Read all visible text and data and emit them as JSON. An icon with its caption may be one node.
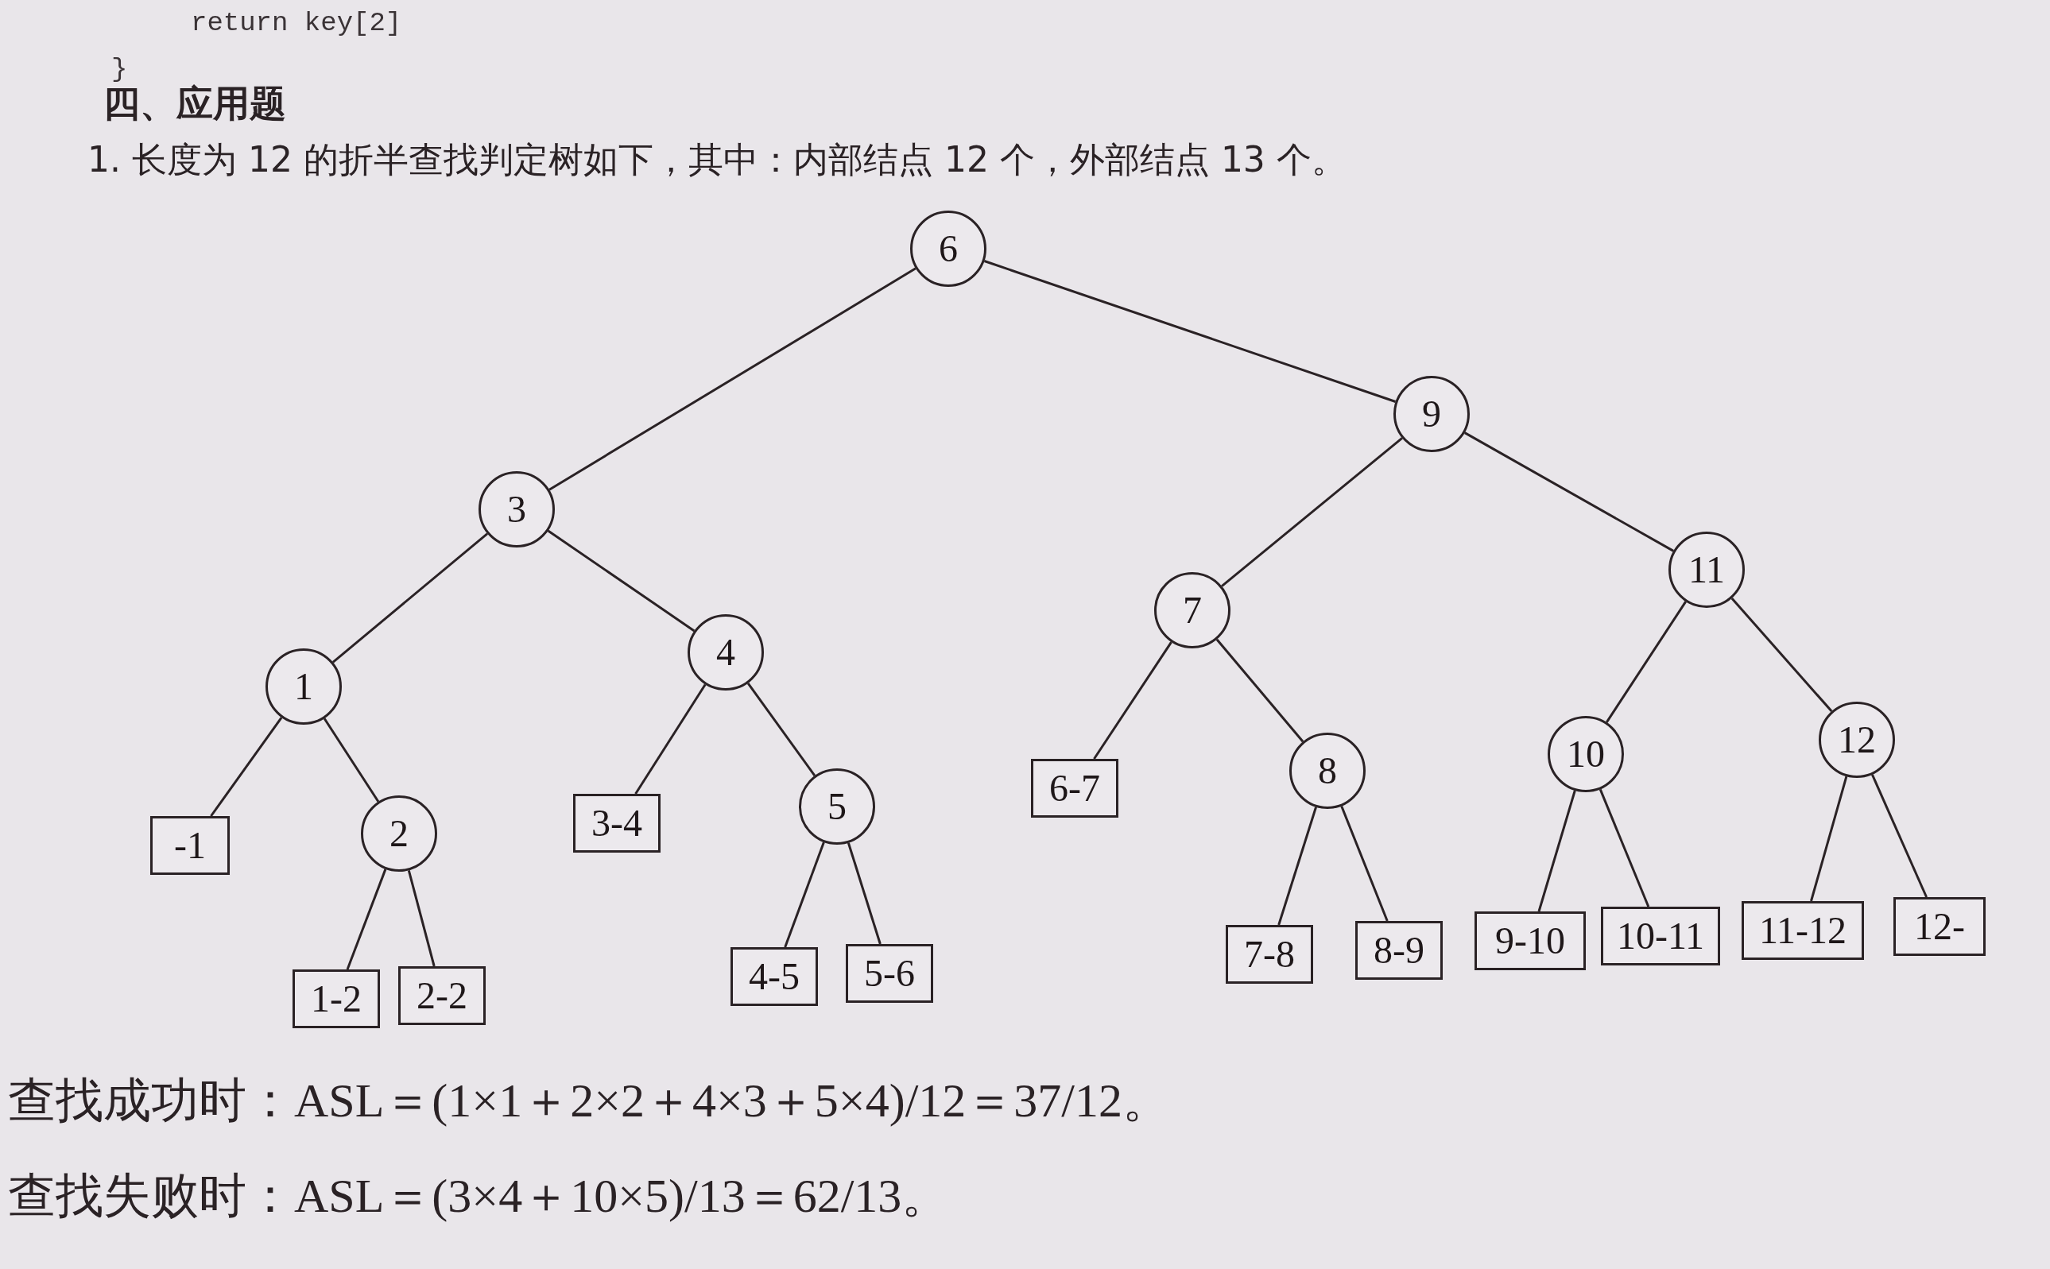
{
  "diagram": {
    "title": "四、应用题",
    "nodes": [
      {
        "text": [
          "6"
        ]
      },
      {
        "text": [
          "3"
        ]
      },
      {
        "text": [
          "9"
        ]
      },
      {
        "text": [
          "1"
        ]
      },
      {
        "text": [
          "4"
        ]
      },
      {
        "text": [
          "7"
        ]
      },
      {
        "text": [
          "11"
        ]
      },
      {
        "text": [
          "-1"
        ]
      },
      {
        "text": [
          "2"
        ]
      },
      {
        "text": [
          "3-4"
        ]
      },
      {
        "text": [
          "5"
        ]
      },
      {
        "text": [
          "6-7"
        ]
      },
      {
        "text": [
          "8"
        ]
      },
      {
        "text": [
          "10"
        ]
      },
      {
        "text": [
          "12"
        ]
      },
      {
        "text": [
          "1-2"
        ]
      },
      {
        "text": [
          "2-2"
        ]
      },
      {
        "text": [
          "4-5"
        ]
      },
      {
        "text": [
          "5-6"
        ]
      },
      {
        "text": [
          "7-8"
        ]
      },
      {
        "text": [
          "8-9"
        ]
      },
      {
        "text": [
          "9-10"
        ]
      },
      {
        "text": [
          "10-11"
        ]
      },
      {
        "text": [
          "11-12"
        ]
      },
      {
        "text": [
          "12-"
        ]
      }
    ],
    "edges": [
      {
        "from": 0,
        "to": 1,
        "arrow": "none"
      },
      {
        "from": 0,
        "to": 2,
        "arrow": "none"
      },
      {
        "from": 1,
        "to": 3,
        "arrow": "none"
      },
      {
        "from": 1,
        "to": 4,
        "arrow": "none"
      },
      {
        "from": 2,
        "to": 5,
        "arrow": "none"
      },
      {
        "from": 2,
        "to": 6,
        "arrow": "none"
      },
      {
        "from": 3,
        "to": 7,
        "arrow": "none"
      },
      {
        "from": 3,
        "to": 8,
        "arrow": "none"
      },
      {
        "from": 4,
        "to": 9,
        "arrow": "none"
      },
      {
        "from": 4,
        "to": 10,
        "arrow": "none"
      },
      {
        "from": 5,
        "to": 11,
        "arrow": "none"
      },
      {
        "from": 5,
        "to": 12,
        "arrow": "none"
      },
      {
        "from": 6,
        "to": 13,
        "arrow": "none"
      },
      {
        "from": 6,
        "to": 14,
        "arrow": "none"
      },
      {
        "from": 8,
        "to": 15,
        "arrow": "none"
      },
      {
        "from": 8,
        "to": 16,
        "arrow": "none"
      },
      {
        "from": 10,
        "to": 17,
        "arrow": "none"
      },
      {
        "from": 10,
        "to": 18,
        "arrow": "none"
      },
      {
        "from": 12,
        "to": 19,
        "arrow": "none"
      },
      {
        "from": 12,
        "to": 20,
        "arrow": "none"
      },
      {
        "from": 13,
        "to": 21,
        "arrow": "none"
      },
      {
        "from": 13,
        "to": 22,
        "arrow": "none"
      },
      {
        "from": 14,
        "to": 23,
        "arrow": "none"
      },
      {
        "from": 14,
        "to": 24,
        "arrow": "none"
      }
    ],
    "labels": [
      "return key[2]",
      "}",
      "1. 长度为 12 的折半查找判定树如下，其中：内部结点 12 个，外部结点 13 个。",
      "查找成功时：ASL＝(1×1＋2×2＋4×3＋5×4)/12＝37/12。",
      "查找失败时：ASL＝(3×4＋10×5)/13＝62/13。"
    ]
  }
}
